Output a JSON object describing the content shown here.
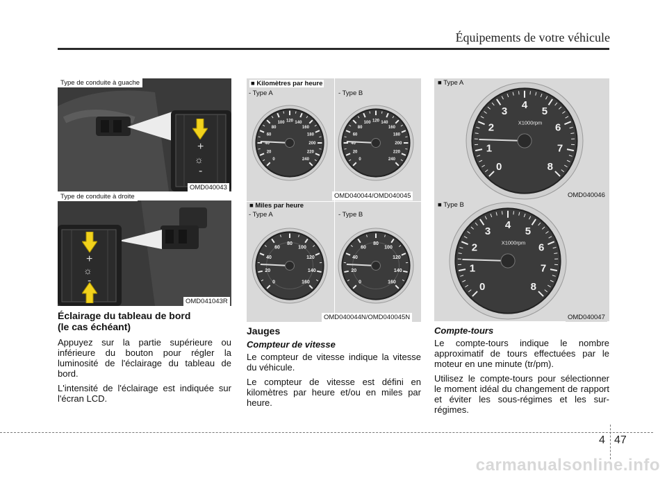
{
  "header": {
    "title": "Équipements de votre véhicule"
  },
  "left": {
    "photo1_caption": "Type de conduite à guache",
    "photo1_code": "OMD040043",
    "photo2_caption": "Type de conduite à droite",
    "photo2_code": "OMD041043R",
    "heading_line1": "Éclairage du tableau de bord",
    "heading_line2": "(le cas échéant)",
    "para1": "Appuyez sur la partie supérieure ou inférieure du bouton pour régler la luminosité de l'éclairage du tableau de bord.",
    "para2": "L'intensité de l'éclairage est indiquée sur l'écran LCD.",
    "switch_plus": "+",
    "switch_minus": "-"
  },
  "middle": {
    "km_title": "■ Kilomètres par heure",
    "km_type_a": "- Type A",
    "km_type_b": "- Type B",
    "km_code": "OMD040044/OMD040045",
    "km_ticks_a": [
      "0",
      "20",
      "40",
      "60",
      "80",
      "100",
      "120",
      "140",
      "160",
      "180",
      "200",
      "220",
      "240"
    ],
    "km_ticks_b": [
      "0",
      "20",
      "40",
      "60",
      "80",
      "100",
      "120",
      "140",
      "160",
      "180",
      "200",
      "220",
      "240"
    ],
    "mph_title": "■ Miles par heure",
    "mph_type_a": "- Type A",
    "mph_type_b": "- Type B",
    "mph_code": "OMD040044N/OMD040045N",
    "mph_ticks": [
      "0",
      "20",
      "40",
      "60",
      "80",
      "100",
      "120",
      "140",
      "160"
    ],
    "heading": "Jauges",
    "subheading": "Compteur de vitesse",
    "para1": "Le compteur de vitesse indique la vitesse du véhicule.",
    "para2": "Le compteur de vitesse est défini en kilomètres par heure et/ou en miles par heure."
  },
  "right": {
    "type_a": "■ Type A",
    "code_a": "OMD040046",
    "type_b": "■ Type B",
    "code_b": "OMD040047",
    "rpm_ticks": [
      "0",
      "1",
      "2",
      "3",
      "4",
      "5",
      "6",
      "7",
      "8"
    ],
    "rpm_unit": "X1000rpm",
    "subheading": "Compte-tours",
    "para1": "Le compte-tours indique le nombre approximatif de tours effectuées par le moteur en une minute (tr/pm).",
    "para2": "Utilisez le compte-tours pour sélectionner le moment idéal du changement de rapport et éviter les sous-régimes et les sur-régimes."
  },
  "footer": {
    "chapter": "4",
    "page": "47"
  },
  "watermark": "carmanualsonline.info"
}
